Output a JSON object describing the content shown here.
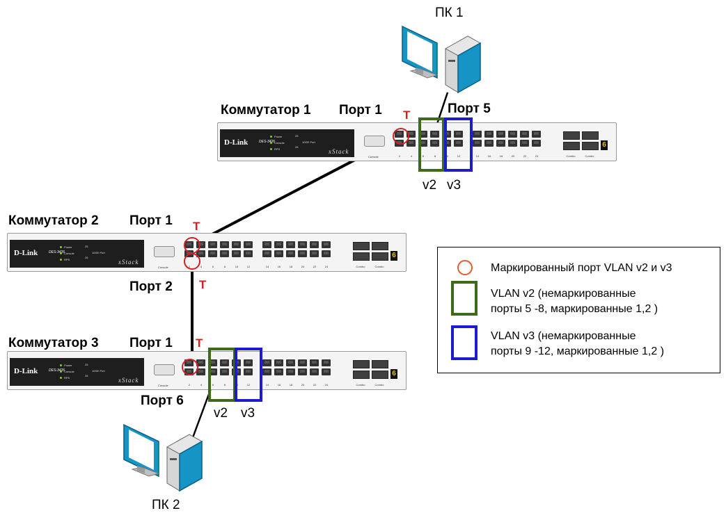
{
  "labels": {
    "pc1": "ПК 1",
    "pc2": "ПК 2",
    "sw1_title": "Коммутатор 1",
    "sw2_title": "Коммутатор 2",
    "sw3_title": "Коммутатор 3",
    "sw1_port1": "Порт 1",
    "sw1_port5": "Порт 5",
    "sw2_port1": "Порт 1",
    "sw2_port2": "Порт 2",
    "sw3_port1": "Порт 1",
    "sw3_port6": "Порт 6",
    "tagged_mark": "T",
    "sw1_v2": "v2",
    "sw1_v3": "v3",
    "sw3_v2": "v2",
    "sw3_v3": "v3"
  },
  "switch_panel": {
    "brand": "D-Link",
    "model": "DES-3426",
    "series": "xStack",
    "console_label": "Console",
    "led_labels": [
      "Power",
      "Console",
      "RPS"
    ],
    "uplink_labels": [
      "25",
      "26"
    ],
    "uplink_port_label": "10GE Port",
    "port_numbers": [
      "2",
      "4",
      "6",
      "8",
      "10",
      "12",
      "14",
      "16",
      "18",
      "20",
      "22",
      "24"
    ],
    "combo_labels": [
      "Combo",
      "Combo"
    ],
    "stack_digit": "6"
  },
  "legend": {
    "tagged": "Маркированный порт VLAN v2 и v3",
    "vlan2_line1": "VLAN v2 (немаркированные",
    "vlan2_line2": "порты 5 -8, маркированные 1,2 )",
    "vlan3_line1": "VLAN v3 (немаркированные",
    "vlan3_line2": "порты 9 -12, маркированные 1,2 )"
  },
  "colors": {
    "tagged_marker": "#e25b2a",
    "tag_text": "#d21f1f",
    "vlan2": "#3d6b1e",
    "vlan3": "#1c1ccc",
    "pc_monitor": "#1694c6",
    "link": "#000000"
  },
  "icons": [
    "pc-icon",
    "switch-icon"
  ]
}
